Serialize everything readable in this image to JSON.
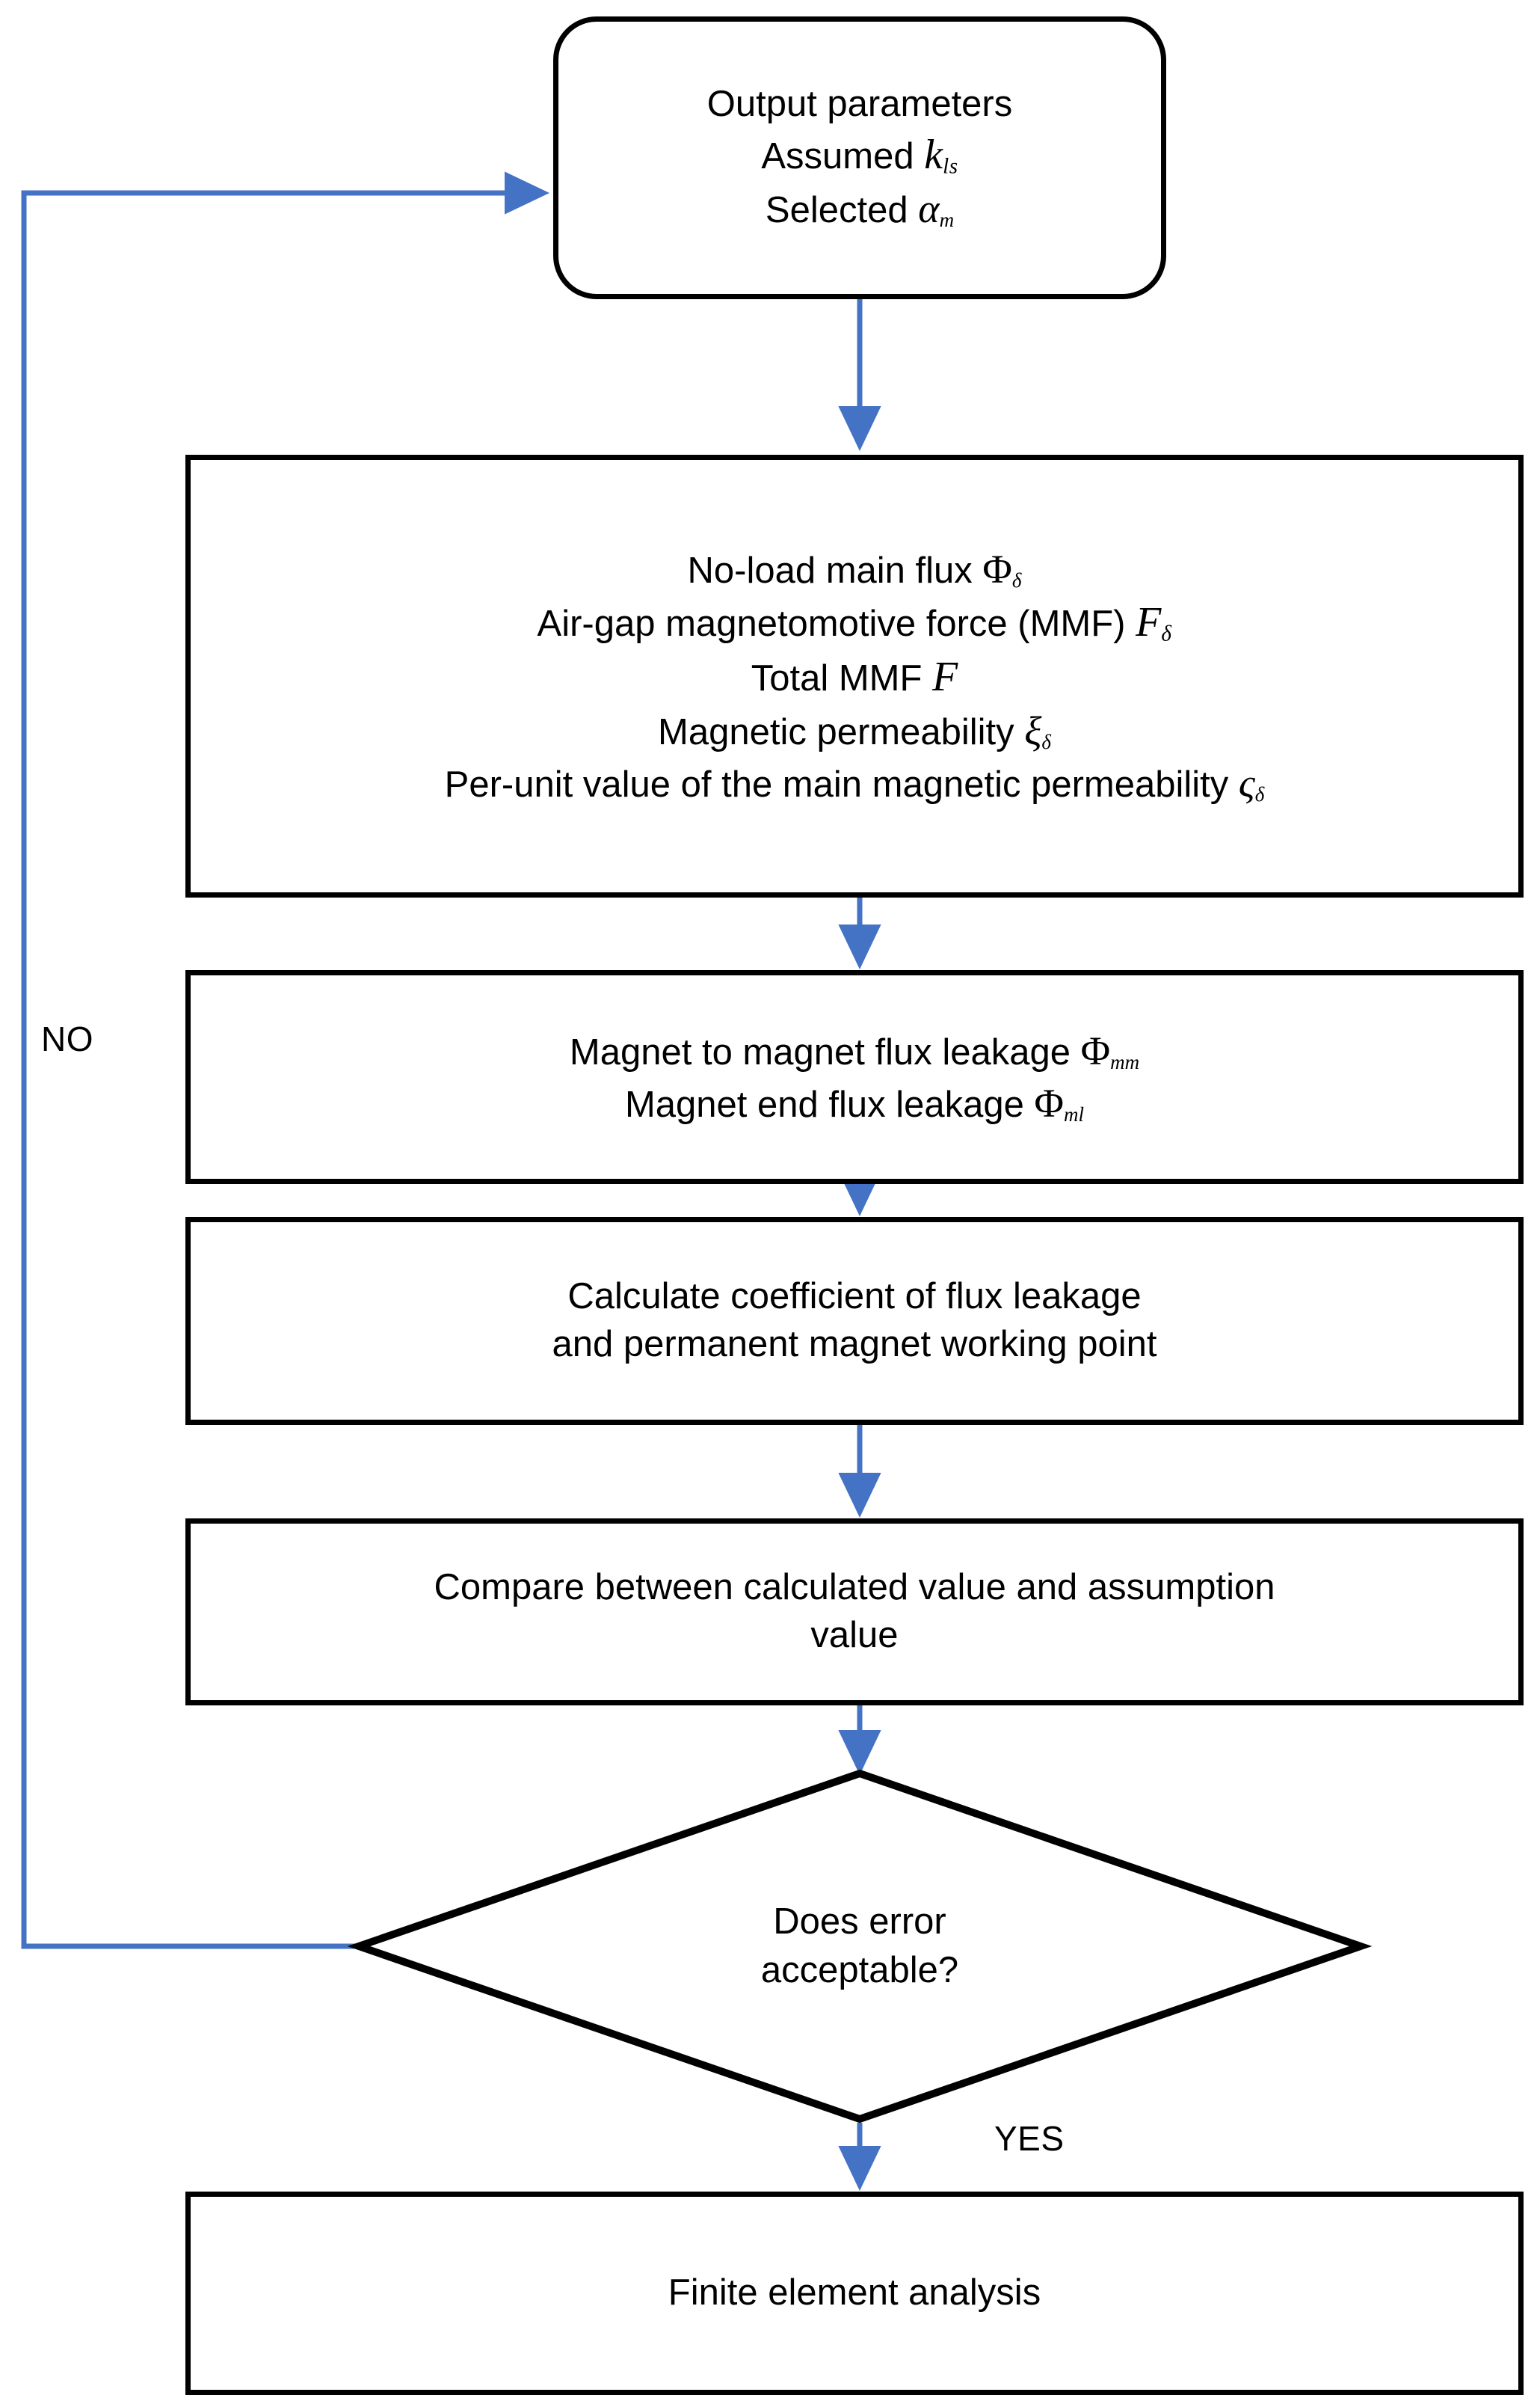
{
  "diagram": {
    "title": "Permanent magnet motor magnetic circuit design flowchart",
    "type": "flowchart",
    "colors": {
      "shape_border": "#000000",
      "shape_fill": "#ffffff",
      "connector": "#4472C4",
      "text": "#000000"
    }
  },
  "nodes": {
    "output_parameters": {
      "shape": "rounded-rectangle",
      "line1": "Output parameters",
      "line2_text": "Assumed ",
      "line2_symbol": "k",
      "line2_subscript": "ls",
      "line3_text": "Selected ",
      "line3_symbol": "α",
      "line3_subscript": "m"
    },
    "no_load_calcs": {
      "shape": "rectangle",
      "line1_text": "No-load main flux ",
      "line1_symbol": "Φ",
      "line1_subscript": "δ",
      "line2_text": "Air-gap magnetomotive force (MMF) ",
      "line2_symbol": "F",
      "line2_subscript": "δ",
      "line3_text": "Total MMF ",
      "line3_symbol": "F",
      "line4_text": "Magnetic permeability  ",
      "line4_symbol": "ξ",
      "line4_subscript": "δ",
      "line5_text": "Per-unit value of the main magnetic permeability ",
      "line5_symbol": "ς",
      "line5_subscript": "δ"
    },
    "flux_leakage": {
      "shape": "rectangle",
      "line1_text": "Magnet to magnet flux leakage ",
      "line1_symbol": "Φ",
      "line1_subscript": "mm",
      "line2_text": "Magnet end flux leakage  ",
      "line2_symbol": "Φ",
      "line2_subscript": "ml"
    },
    "calculate_coefficient": {
      "shape": "rectangle",
      "line1": "Calculate coefficient of flux leakage",
      "line2": "and permanent magnet working point"
    },
    "compare": {
      "shape": "rectangle",
      "line1": "Compare between calculated value and assumption",
      "line2": "value"
    },
    "decision": {
      "shape": "diamond",
      "line1": "Does error",
      "line2": "acceptable?"
    },
    "finite_element": {
      "shape": "rectangle",
      "line1": "Finite element analysis"
    }
  },
  "edges": {
    "no_label": "NO",
    "yes_label": "YES"
  }
}
